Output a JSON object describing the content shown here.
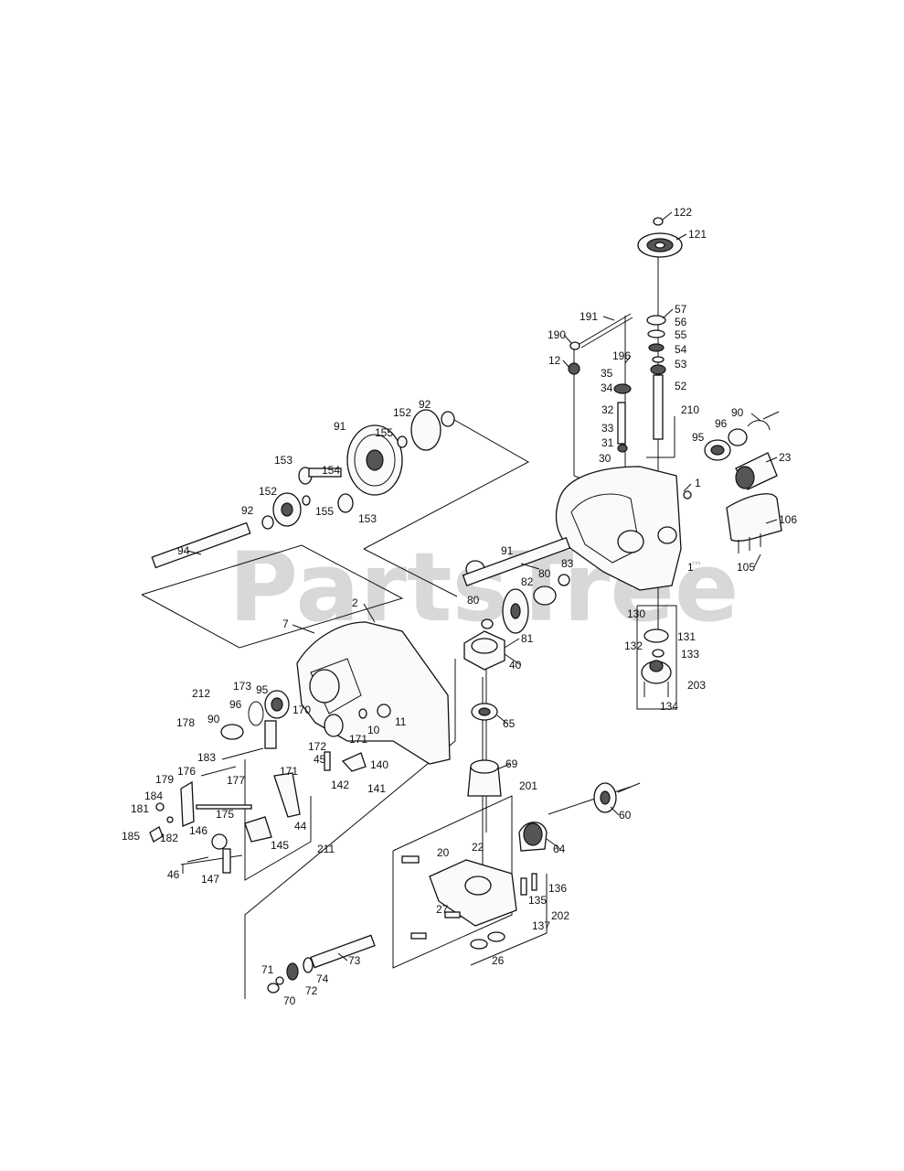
{
  "watermark": {
    "text": "PartsTree",
    "trademark": "™"
  },
  "callouts": [
    "122",
    "121",
    "191",
    "57",
    "56",
    "190",
    "55",
    "196",
    "54",
    "12",
    "53",
    "35",
    "34",
    "52",
    "210",
    "32",
    "90",
    "33",
    "96",
    "31",
    "95",
    "30",
    "23",
    "1",
    "106",
    "105",
    "92",
    "152",
    "91",
    "155",
    "153",
    "154",
    "152",
    "92",
    "155",
    "153",
    "91",
    "94",
    "83",
    "80",
    "82",
    "1",
    "2",
    "7",
    "80",
    "81",
    "130",
    "40",
    "131",
    "132",
    "133",
    "203",
    "134",
    "212",
    "173",
    "95",
    "96",
    "170",
    "90",
    "10",
    "11",
    "178",
    "172",
    "171",
    "183",
    "45",
    "140",
    "171",
    "176",
    "177",
    "142",
    "141",
    "179",
    "65",
    "69",
    "201",
    "60",
    "184",
    "181",
    "182",
    "185",
    "44",
    "175",
    "146",
    "145",
    "211",
    "22",
    "64",
    "20",
    "46",
    "147",
    "136",
    "27",
    "135",
    "202",
    "137",
    "26",
    "73",
    "71",
    "74",
    "72",
    "70"
  ]
}
